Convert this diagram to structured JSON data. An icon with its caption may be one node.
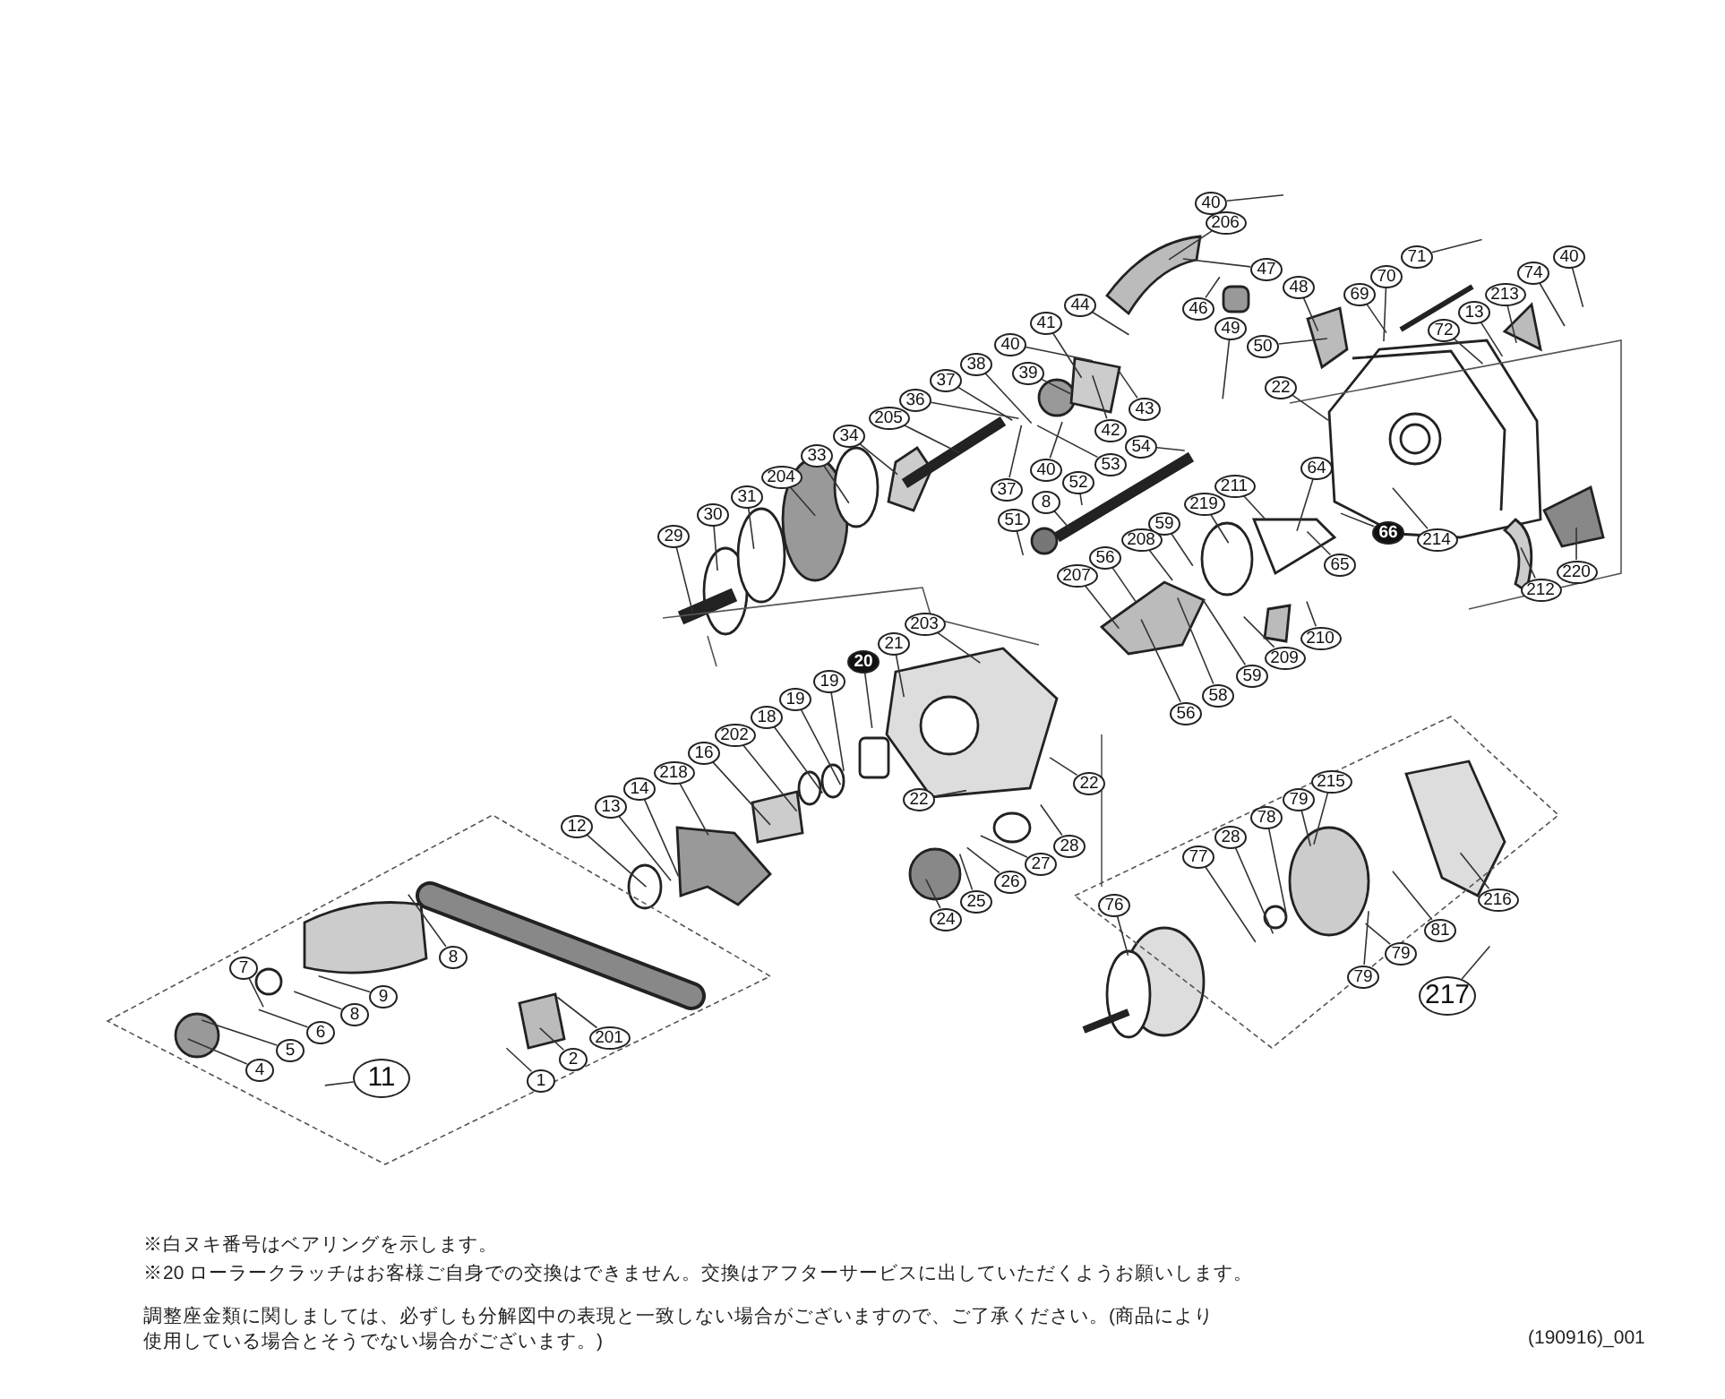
{
  "diagram": {
    "nodes": [
      {
        "text": [
          "40"
        ]
      },
      {
        "text": [
          "206"
        ]
      },
      {
        "text": [
          "41"
        ]
      },
      {
        "text": [
          "44"
        ]
      },
      {
        "text": [
          "40"
        ]
      },
      {
        "text": [
          "38"
        ]
      },
      {
        "text": [
          "39"
        ]
      },
      {
        "text": [
          "37"
        ]
      },
      {
        "text": [
          "36"
        ]
      },
      {
        "text": [
          "43"
        ]
      },
      {
        "text": [
          "42"
        ]
      },
      {
        "text": [
          "205"
        ]
      },
      {
        "text": [
          "34"
        ]
      },
      {
        "text": [
          "54"
        ]
      },
      {
        "text": [
          "40"
        ]
      },
      {
        "text": [
          "53"
        ]
      },
      {
        "text": [
          "33"
        ]
      },
      {
        "text": [
          "204"
        ]
      },
      {
        "text": [
          "52"
        ]
      },
      {
        "text": [
          "37"
        ]
      },
      {
        "text": [
          "8"
        ]
      },
      {
        "text": [
          "31"
        ]
      },
      {
        "text": [
          "51"
        ]
      },
      {
        "text": [
          "30"
        ]
      },
      {
        "text": [
          "29"
        ]
      },
      {
        "text": [
          "59"
        ]
      },
      {
        "text": [
          "208"
        ]
      },
      {
        "text": [
          "56"
        ]
      },
      {
        "text": [
          "207"
        ]
      },
      {
        "text": [
          "47"
        ]
      },
      {
        "text": [
          "48"
        ]
      },
      {
        "text": [
          "46"
        ]
      },
      {
        "text": [
          "49"
        ]
      },
      {
        "text": [
          "50"
        ]
      },
      {
        "text": [
          "71"
        ]
      },
      {
        "text": [
          "70"
        ]
      },
      {
        "text": [
          "69"
        ]
      },
      {
        "text": [
          "13"
        ]
      },
      {
        "text": [
          "213"
        ]
      },
      {
        "text": [
          "74"
        ]
      },
      {
        "text": [
          "40"
        ]
      },
      {
        "text": [
          "72"
        ]
      },
      {
        "text": [
          "22"
        ]
      },
      {
        "text": [
          "64"
        ]
      },
      {
        "text": [
          "211"
        ]
      },
      {
        "text": [
          "219"
        ]
      },
      {
        "text": [
          "66"
        ]
      },
      {
        "text": [
          "214"
        ]
      },
      {
        "text": [
          "65"
        ]
      },
      {
        "text": [
          "212"
        ]
      },
      {
        "text": [
          "220"
        ]
      },
      {
        "text": [
          "210"
        ]
      },
      {
        "text": [
          "209"
        ]
      },
      {
        "text": [
          "59"
        ]
      },
      {
        "text": [
          "58"
        ]
      },
      {
        "text": [
          "56"
        ]
      },
      {
        "text": [
          "203"
        ]
      },
      {
        "text": [
          "21"
        ]
      },
      {
        "text": [
          "20"
        ]
      },
      {
        "text": [
          "19"
        ]
      },
      {
        "text": [
          "19"
        ]
      },
      {
        "text": [
          "18"
        ]
      },
      {
        "text": [
          "202"
        ]
      },
      {
        "text": [
          "16"
        ]
      },
      {
        "text": [
          "218"
        ]
      },
      {
        "text": [
          "14"
        ]
      },
      {
        "text": [
          "13"
        ]
      },
      {
        "text": [
          "12"
        ]
      },
      {
        "text": [
          "22"
        ]
      },
      {
        "text": [
          "22"
        ]
      },
      {
        "text": [
          "28"
        ]
      },
      {
        "text": [
          "27"
        ]
      },
      {
        "text": [
          "26"
        ]
      },
      {
        "text": [
          "25"
        ]
      },
      {
        "text": [
          "24"
        ]
      },
      {
        "text": [
          "8"
        ]
      },
      {
        "text": [
          "7"
        ]
      },
      {
        "text": [
          "9"
        ]
      },
      {
        "text": [
          "8"
        ]
      },
      {
        "text": [
          "6"
        ]
      },
      {
        "text": [
          "5"
        ]
      },
      {
        "text": [
          "4"
        ]
      },
      {
        "text": [
          "11"
        ]
      },
      {
        "text": [
          "201"
        ]
      },
      {
        "text": [
          "2"
        ]
      },
      {
        "text": [
          "1"
        ]
      },
      {
        "text": [
          "215"
        ]
      },
      {
        "text": [
          "79"
        ]
      },
      {
        "text": [
          "78"
        ]
      },
      {
        "text": [
          "28"
        ]
      },
      {
        "text": [
          "77"
        ]
      },
      {
        "text": [
          "76"
        ]
      },
      {
        "text": [
          "216"
        ]
      },
      {
        "text": [
          "81"
        ]
      },
      {
        "text": [
          "79"
        ]
      },
      {
        "text": [
          "79"
        ]
      },
      {
        "text": [
          "217"
        ]
      }
    ],
    "edges": [
      {
        "from": 0,
        "to": null,
        "arrow": "none"
      },
      {
        "from": 1,
        "to": null,
        "arrow": "none"
      },
      {
        "from": 2,
        "to": null,
        "arrow": "none"
      },
      {
        "from": 3,
        "to": null,
        "arrow": "none"
      },
      {
        "from": 4,
        "to": null,
        "arrow": "none"
      },
      {
        "from": 5,
        "to": null,
        "arrow": "none"
      },
      {
        "from": 6,
        "to": null,
        "arrow": "none"
      },
      {
        "from": 7,
        "to": null,
        "arrow": "none"
      },
      {
        "from": 8,
        "to": null,
        "arrow": "none"
      },
      {
        "from": 9,
        "to": null,
        "arrow": "none"
      },
      {
        "from": 10,
        "to": null,
        "arrow": "none"
      },
      {
        "from": 11,
        "to": null,
        "arrow": "none"
      },
      {
        "from": 12,
        "to": null,
        "arrow": "none"
      },
      {
        "from": 13,
        "to": null,
        "arrow": "none"
      },
      {
        "from": 14,
        "to": null,
        "arrow": "none"
      },
      {
        "from": 15,
        "to": null,
        "arrow": "none"
      },
      {
        "from": 16,
        "to": null,
        "arrow": "none"
      },
      {
        "from": 17,
        "to": null,
        "arrow": "none"
      },
      {
        "from": 18,
        "to": null,
        "arrow": "none"
      },
      {
        "from": 19,
        "to": null,
        "arrow": "none"
      },
      {
        "from": 20,
        "to": null,
        "arrow": "none"
      },
      {
        "from": 21,
        "to": null,
        "arrow": "none"
      },
      {
        "from": 22,
        "to": null,
        "arrow": "none"
      },
      {
        "from": 23,
        "to": null,
        "arrow": "none"
      },
      {
        "from": 24,
        "to": null,
        "arrow": "none"
      },
      {
        "from": 25,
        "to": null,
        "arrow": "none"
      },
      {
        "from": 26,
        "to": null,
        "arrow": "none"
      },
      {
        "from": 27,
        "to": null,
        "arrow": "none"
      },
      {
        "from": 28,
        "to": null,
        "arrow": "none"
      },
      {
        "from": 29,
        "to": null,
        "arrow": "none"
      },
      {
        "from": 30,
        "to": null,
        "arrow": "none"
      },
      {
        "from": 31,
        "to": null,
        "arrow": "none"
      },
      {
        "from": 32,
        "to": null,
        "arrow": "none"
      },
      {
        "from": 33,
        "to": null,
        "arrow": "none"
      },
      {
        "from": 34,
        "to": null,
        "arrow": "none"
      },
      {
        "from": 35,
        "to": null,
        "arrow": "none"
      },
      {
        "from": 36,
        "to": null,
        "arrow": "none"
      },
      {
        "from": 37,
        "to": null,
        "arrow": "none"
      },
      {
        "from": 38,
        "to": null,
        "arrow": "none"
      },
      {
        "from": 39,
        "to": null,
        "arrow": "none"
      },
      {
        "from": 40,
        "to": null,
        "arrow": "none"
      },
      {
        "from": 41,
        "to": null,
        "arrow": "none"
      },
      {
        "from": 42,
        "to": null,
        "arrow": "none"
      },
      {
        "from": 43,
        "to": null,
        "arrow": "none"
      },
      {
        "from": 44,
        "to": null,
        "arrow": "none"
      },
      {
        "from": 45,
        "to": null,
        "arrow": "none"
      },
      {
        "from": 46,
        "to": null,
        "arrow": "none"
      },
      {
        "from": 47,
        "to": null,
        "arrow": "none"
      },
      {
        "from": 48,
        "to": null,
        "arrow": "none"
      },
      {
        "from": 49,
        "to": null,
        "arrow": "none"
      },
      {
        "from": 50,
        "to": null,
        "arrow": "none"
      },
      {
        "from": 51,
        "to": null,
        "arrow": "none"
      },
      {
        "from": 52,
        "to": null,
        "arrow": "none"
      },
      {
        "from": 53,
        "to": null,
        "arrow": "none"
      },
      {
        "from": 54,
        "to": null,
        "arrow": "none"
      },
      {
        "from": 55,
        "to": null,
        "arrow": "none"
      },
      {
        "from": 56,
        "to": null,
        "arrow": "none"
      },
      {
        "from": 57,
        "to": null,
        "arrow": "none"
      },
      {
        "from": 58,
        "to": null,
        "arrow": "none"
      },
      {
        "from": 59,
        "to": null,
        "arrow": "none"
      },
      {
        "from": 60,
        "to": null,
        "arrow": "none"
      },
      {
        "from": 61,
        "to": null,
        "arrow": "none"
      },
      {
        "from": 62,
        "to": null,
        "arrow": "none"
      },
      {
        "from": 63,
        "to": null,
        "arrow": "none"
      },
      {
        "from": 64,
        "to": null,
        "arrow": "none"
      },
      {
        "from": 65,
        "to": null,
        "arrow": "none"
      },
      {
        "from": 66,
        "to": null,
        "arrow": "none"
      },
      {
        "from": 67,
        "to": null,
        "arrow": "none"
      },
      {
        "from": 68,
        "to": null,
        "arrow": "none"
      },
      {
        "from": 69,
        "to": null,
        "arrow": "none"
      },
      {
        "from": 70,
        "to": null,
        "arrow": "none"
      },
      {
        "from": 71,
        "to": null,
        "arrow": "none"
      },
      {
        "from": 72,
        "to": null,
        "arrow": "none"
      },
      {
        "from": 73,
        "to": null,
        "arrow": "none"
      },
      {
        "from": 74,
        "to": null,
        "arrow": "none"
      },
      {
        "from": 75,
        "to": null,
        "arrow": "none"
      },
      {
        "from": 76,
        "to": null,
        "arrow": "none"
      },
      {
        "from": 77,
        "to": null,
        "arrow": "none"
      },
      {
        "from": 78,
        "to": null,
        "arrow": "none"
      },
      {
        "from": 79,
        "to": null,
        "arrow": "none"
      },
      {
        "from": 80,
        "to": null,
        "arrow": "none"
      },
      {
        "from": 81,
        "to": null,
        "arrow": "none"
      },
      {
        "from": 82,
        "to": null,
        "arrow": "none"
      },
      {
        "from": 83,
        "to": null,
        "arrow": "none"
      },
      {
        "from": 84,
        "to": null,
        "arrow": "none"
      },
      {
        "from": 85,
        "to": null,
        "arrow": "none"
      },
      {
        "from": 86,
        "to": null,
        "arrow": "none"
      },
      {
        "from": 87,
        "to": null,
        "arrow": "none"
      },
      {
        "from": 88,
        "to": null,
        "arrow": "none"
      },
      {
        "from": 89,
        "to": null,
        "arrow": "none"
      },
      {
        "from": 90,
        "to": null,
        "arrow": "none"
      },
      {
        "from": 91,
        "to": null,
        "arrow": "none"
      },
      {
        "from": 92,
        "to": null,
        "arrow": "none"
      },
      {
        "from": 93,
        "to": null,
        "arrow": "none"
      },
      {
        "from": 94,
        "to": null,
        "arrow": "none"
      },
      {
        "from": 95,
        "to": null,
        "arrow": "none"
      },
      {
        "from": 96,
        "to": null,
        "arrow": "none"
      }
    ],
    "labels": [
      "※白ヌキ番号はベアリングを示します。",
      "※20 ローラークラッチはお客様ご自身での交換はできません。交換はアフターサービスに出していただくようお願いします。",
      "調整座金類に関しましては、必ずしも分解図中の表現と一致しない場合がございますので、ご了承ください。(商品により使用している場合とそうでない場合がございます。)",
      "(190916)_001"
    ]
  }
}
